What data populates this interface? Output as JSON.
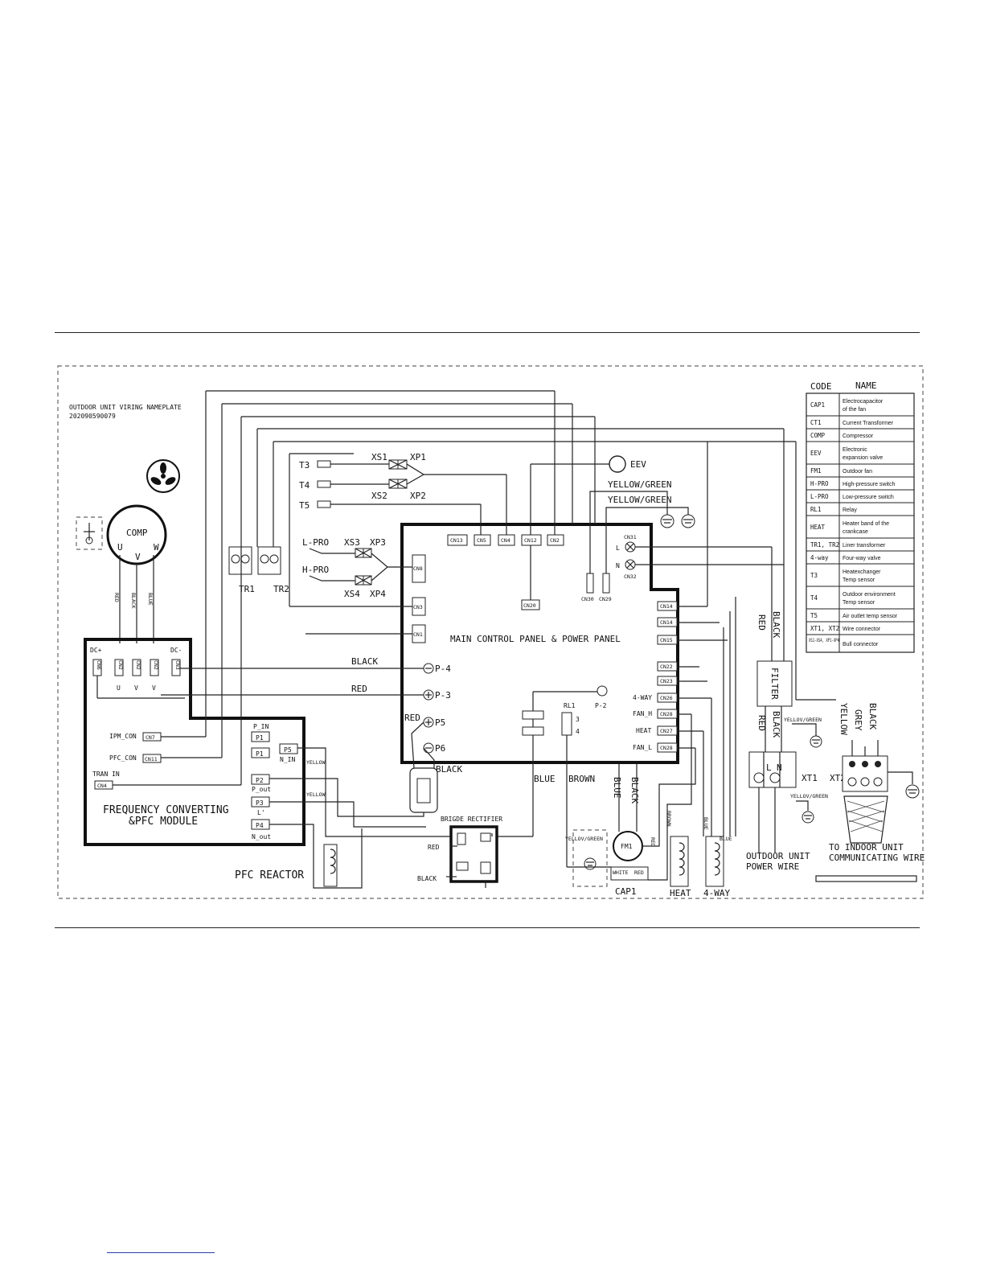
{
  "nameplate": {
    "line1": "OUTDOOR UNIT VIRING NAMEPLATE",
    "line2": "202090590079"
  },
  "legend": {
    "header_code": "CODE",
    "header_name": "NAME",
    "rows": [
      {
        "code": "CAP1",
        "name1": "Electrocapacitor",
        "name2": "of the fan"
      },
      {
        "code": "CT1",
        "name1": "Current Transformer",
        "name2": ""
      },
      {
        "code": "COMP",
        "name1": "Compressor",
        "name2": ""
      },
      {
        "code": "EEV",
        "name1": "Electronic",
        "name2": "expansion valve"
      },
      {
        "code": "FM1",
        "name1": "Outdoor fan",
        "name2": ""
      },
      {
        "code": "H-PRO",
        "name1": "High-pressure switch",
        "name2": ""
      },
      {
        "code": "L-PRO",
        "name1": "Low-pressure switch",
        "name2": ""
      },
      {
        "code": "RL1",
        "name1": "Relay",
        "name2": ""
      },
      {
        "code": "HEAT",
        "name1": "Heater band of the",
        "name2": "crankcase"
      },
      {
        "code": "TR1, TR2",
        "name1": "Liner transformer",
        "name2": ""
      },
      {
        "code": "4-way",
        "name1": "Four-way valve",
        "name2": ""
      },
      {
        "code": "T3",
        "name1": "Heatexchanger",
        "name2": "Temp sensor"
      },
      {
        "code": "T4",
        "name1": "Outdoor environment",
        "name2": "Temp sensor"
      },
      {
        "code": "T5",
        "name1": "Air outlet temp sensor",
        "name2": ""
      },
      {
        "code": "XT1, XT2",
        "name1": "Wire connector",
        "name2": ""
      },
      {
        "code": "XS1-XS4, XP1-XP4",
        "name1": "Bull connector",
        "name2": ""
      }
    ]
  },
  "main_board": {
    "title": "MAIN CONTROL PANEL & POWER PANEL",
    "top_connectors": [
      "CN13",
      "CN5",
      "CN4",
      "CN12",
      "CN2"
    ],
    "left_connectors": [
      "CN8",
      "CN3",
      "CN1"
    ],
    "inner_connectors": [
      "CN20",
      "CN30",
      "CN29"
    ],
    "right_connectors": [
      "CN14",
      "CN14",
      "CN15",
      "CN22",
      "CN23",
      "CN26",
      "CN28",
      "CN27",
      "CN28"
    ],
    "right_labels": [
      "4-WAY",
      "FAN_H",
      "HEAT",
      "FAN_L"
    ],
    "mains_terminals": [
      "CN31",
      "CN32"
    ],
    "line_labels": [
      "L",
      "N"
    ],
    "posts": [
      "P-4",
      "P-3",
      "P5",
      "P6",
      "P-2"
    ],
    "relay": "RL1",
    "relay_pins": [
      "3",
      "4"
    ]
  },
  "module": {
    "title1": "FREQUENCY CONVERTING",
    "title2": "&PFC MODULE",
    "dc_plus": "DC+",
    "dc_minus": "DC-",
    "top_connectors": [
      "CN6",
      "CN2",
      "CN2",
      "CN2",
      "CN3"
    ],
    "uvw": [
      "U",
      "V",
      "V"
    ],
    "left_labels": [
      "IPM_CON",
      "PFC_CON",
      "TRAN IN"
    ],
    "left_connectors": [
      "CN7",
      "CN11",
      "CN4"
    ],
    "p_in": "P_IN",
    "p_labels": [
      "P1",
      "P1",
      "P2",
      "P3",
      "P4"
    ],
    "p_sub": [
      "P_out",
      "L'",
      "N_out"
    ],
    "p5": "P5",
    "n_in": "N_IN"
  },
  "components": {
    "comp": "COMP",
    "comp_uvw": [
      "U",
      "V",
      "W"
    ],
    "tr1": "TR1",
    "tr2": "TR2",
    "sensors": [
      "T3",
      "T4",
      "T5"
    ],
    "xs": [
      "XS1",
      "XS2",
      "XS3",
      "XS4"
    ],
    "xp": [
      "XP1",
      "XP2",
      "XP3",
      "XP4"
    ],
    "lpro": "L-PRO",
    "hpro": "H-PRO",
    "eev": "EEV",
    "fm1": "FM1",
    "cap1": "CAP1",
    "cap_pins": [
      "WHITE",
      "RED"
    ],
    "heat": "HEAT",
    "four_way": "4-WAY",
    "filter": "FILTER",
    "xt1": "XT1",
    "xt2": "XT2",
    "xt1_pins": [
      "L",
      "N"
    ],
    "pfc_reactor": "PFC REACTOR",
    "bridge": "BRIGDE RECTIFIER"
  },
  "wire_labels": {
    "yellow_green": "YELLOW/GREEN",
    "yellow_green_small": "YELLOV/GREEN",
    "black": "BLACK",
    "red": "RED",
    "blue": "BLUE",
    "brown": "BROWN",
    "yellow": "YELLOW",
    "yellow_small": "YELLOW",
    "grey": "GREY"
  },
  "bottom_labels": {
    "power1": "OUTDOOR UNIT",
    "power2": "POWER WIRE",
    "comm1": "TO INDOOR UNIT",
    "comm2": "COMMUNICATING WIRE"
  }
}
